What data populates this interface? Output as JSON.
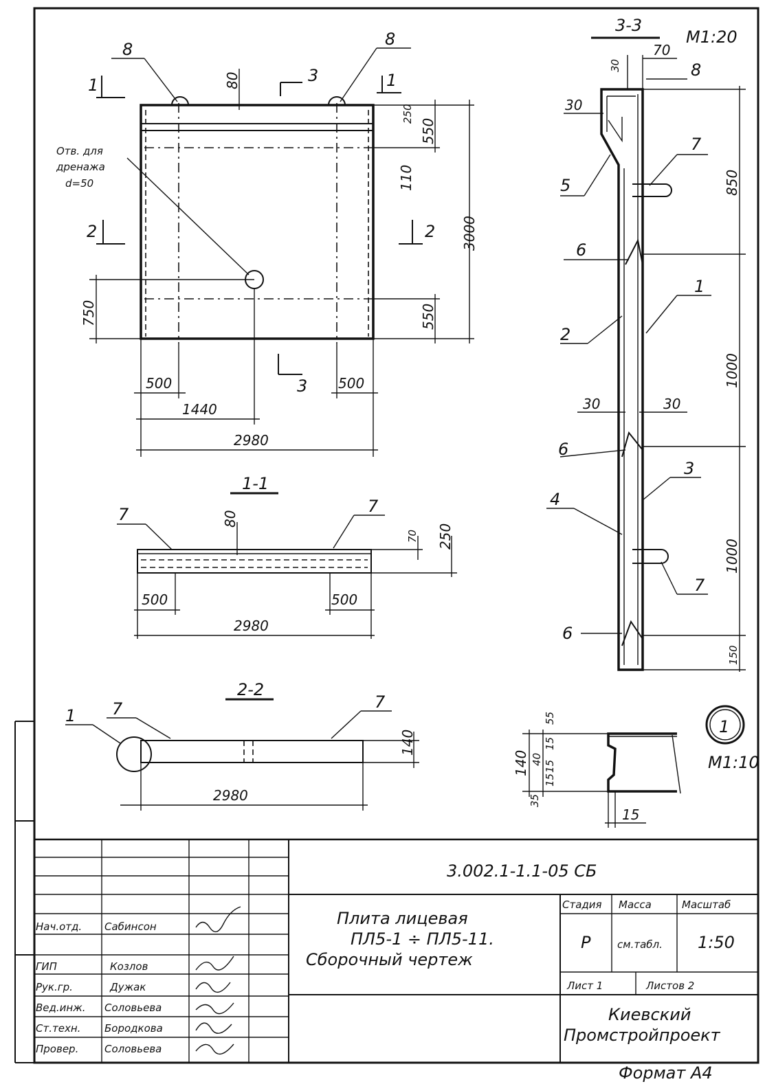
{
  "scale_main": "М1:20",
  "scale_detail": "М1:10",
  "detail_mark": "1",
  "plan": {
    "drainage_note": [
      "Отв. для",
      "дренажа",
      "d=50"
    ],
    "section_marks": [
      "1",
      "1",
      "2",
      "2",
      "3",
      "3"
    ],
    "callouts": [
      "8",
      "8"
    ],
    "dims": {
      "top_80": "80",
      "d250": "250",
      "d550_top": "550",
      "d110": "110",
      "d3000": "3000",
      "d750": "750",
      "d550_bot": "550",
      "d500_l": "500",
      "d500_r": "500",
      "d1440": "1440",
      "d2980": "2980"
    }
  },
  "section11": {
    "title": "1-1",
    "callouts": [
      "7",
      "7"
    ],
    "dims": {
      "d80": "80",
      "d70": "70",
      "d250": "250",
      "d500_l": "500",
      "d500_r": "500",
      "d2980": "2980"
    }
  },
  "section22": {
    "title": "2-2",
    "callouts": [
      "1",
      "7",
      "7"
    ],
    "dims": {
      "d140": "140",
      "d2980": "2980"
    }
  },
  "section33": {
    "title": "3-3",
    "callouts": [
      "8",
      "5",
      "7",
      "6",
      "1",
      "2",
      "6",
      "3",
      "4",
      "7",
      "6"
    ],
    "dims": {
      "d30_top": "30",
      "d70": "70",
      "d30_side": "30",
      "d850": "850",
      "d1000_a": "1000",
      "d1000_b": "1000",
      "d30_l": "30",
      "d30_r": "30",
      "d150": "150"
    }
  },
  "detail": {
    "dims": {
      "d140": "140",
      "d40": "40",
      "d15a": "15",
      "d15b": "15",
      "d55": "55",
      "d15c": "15",
      "d35": "35",
      "d15_bottom": "15"
    }
  },
  "title_block": {
    "doc_code": "3.002.1-1.1-05 СБ",
    "title_lines": [
      "Плита лицевая",
      "ПЛ5-1 ÷ ПЛ5-11.",
      "Сборочный чертеж"
    ],
    "stage_header": "Стадия",
    "mass_header": "Масса",
    "scale_header": "Масштаб",
    "stage": "Р",
    "mass": "см.табл.",
    "scale": "1:50",
    "sheet": "Лист 1",
    "sheets": "Листов 2",
    "org": [
      "Киевский",
      "Промстройпроект"
    ],
    "staff": [
      {
        "role": "Нач.отд.",
        "name": "Сабинсон"
      },
      {
        "role": "ГИП",
        "name": "Козлов"
      },
      {
        "role": "Рук.гр.",
        "name": "Дужак"
      },
      {
        "role": "Вед.инж.",
        "name": "Соловьева"
      },
      {
        "role": "Ст.техн.",
        "name": "Бородкова"
      },
      {
        "role": "Провер.",
        "name": "Соловьева"
      }
    ]
  },
  "format": "Формат А4"
}
